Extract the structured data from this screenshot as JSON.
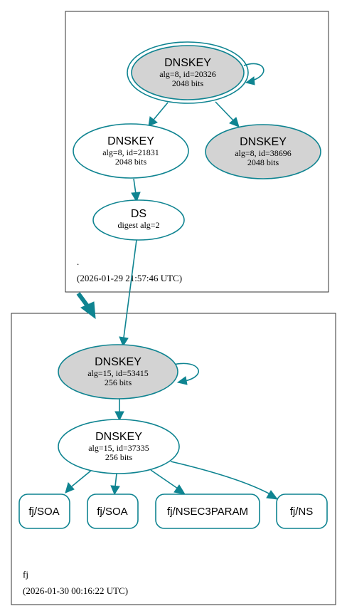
{
  "colors": {
    "edge": "#0f8491",
    "grey_fill": "#d3d3d3",
    "border": "#333333"
  },
  "zones": {
    "root": {
      "name": ".",
      "timestamp": "(2026-01-29 21:57:46 UTC)"
    },
    "fj": {
      "name": "fj",
      "timestamp": "(2026-01-30 00:16:22 UTC)"
    }
  },
  "nodes": {
    "root_ksk": {
      "title": "DNSKEY",
      "line1": "alg=8, id=20326",
      "line2": "2048 bits"
    },
    "root_zsk1": {
      "title": "DNSKEY",
      "line1": "alg=8, id=21831",
      "line2": "2048 bits"
    },
    "root_zsk2": {
      "title": "DNSKEY",
      "line1": "alg=8, id=38696",
      "line2": "2048 bits"
    },
    "ds": {
      "title": "DS",
      "line1": "digest alg=2"
    },
    "fj_ksk": {
      "title": "DNSKEY",
      "line1": "alg=15, id=53415",
      "line2": "256 bits"
    },
    "fj_zsk": {
      "title": "DNSKEY",
      "line1": "alg=15, id=37335",
      "line2": "256 bits"
    }
  },
  "records": [
    "fj/SOA",
    "fj/SOA",
    "fj/NSEC3PARAM",
    "fj/NS"
  ]
}
